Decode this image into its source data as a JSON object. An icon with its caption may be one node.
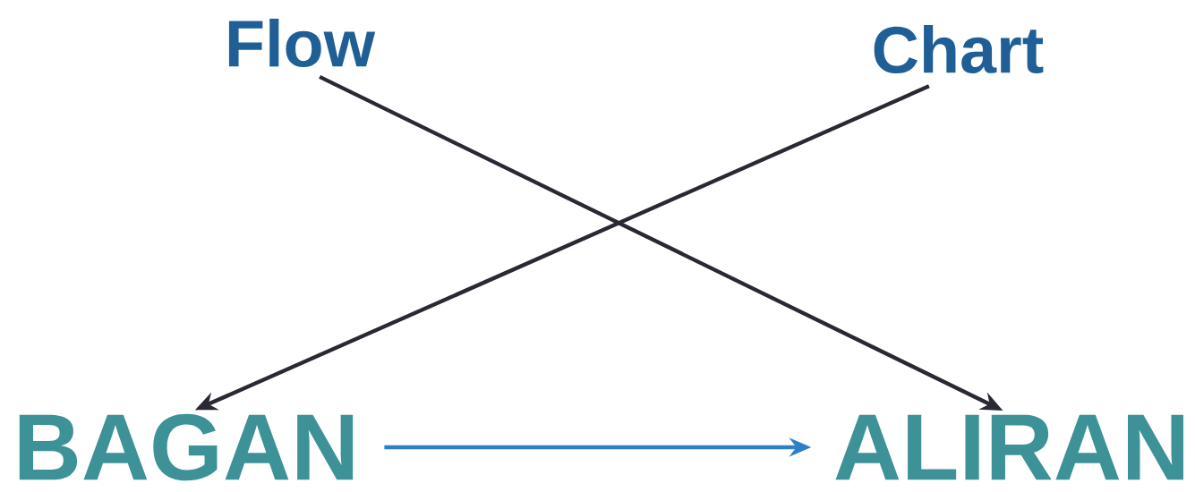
{
  "diagram": {
    "nodes": [
      {
        "text": [
          "Flow"
        ]
      },
      {
        "text": [
          "Chart"
        ]
      },
      {
        "text": [
          "BAGAN"
        ]
      },
      {
        "text": [
          "ALIRAN"
        ]
      }
    ],
    "edges": [
      {
        "from": 0,
        "to": 3,
        "arrow": "to"
      },
      {
        "from": 1,
        "to": 2,
        "arrow": "to"
      },
      {
        "from": 2,
        "to": 3,
        "arrow": "to",
        "color": "#2e80c4"
      }
    ]
  }
}
